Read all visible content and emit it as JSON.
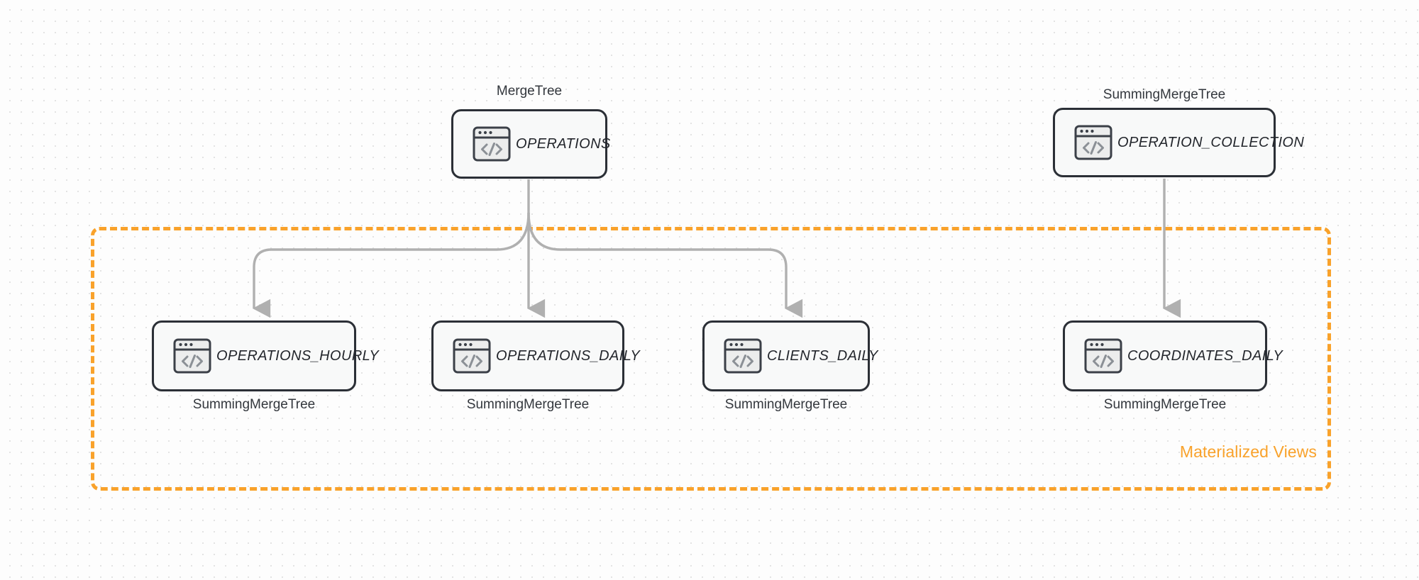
{
  "diagram": {
    "title_visible": false,
    "colors": {
      "node_border": "#2b2f36",
      "node_fill": "#f8f9f9",
      "edge": "#b0b0b0",
      "group_accent": "#f9a22b",
      "background": "#fdfdfd",
      "grid_dot": "#e3e3e3"
    },
    "group": {
      "label": "Materialized Views",
      "border_style": "dashed",
      "accent_color": "#f9a22b"
    },
    "nodes": [
      {
        "id": "operations",
        "label": "OPERATIONS",
        "engine": "MergeTree",
        "engine_position": "above",
        "icon": "code-window-icon"
      },
      {
        "id": "operation_collection",
        "label": "OPERATION_COLLECTION",
        "engine": "SummingMergeTree",
        "engine_position": "above",
        "icon": "code-window-icon"
      },
      {
        "id": "operations_hourly",
        "label": "OPERATIONS_HOURLY",
        "engine": "SummingMergeTree",
        "engine_position": "below",
        "icon": "code-window-icon"
      },
      {
        "id": "operations_daily",
        "label": "OPERATIONS_DAILY",
        "engine": "SummingMergeTree",
        "engine_position": "below",
        "icon": "code-window-icon"
      },
      {
        "id": "clients_daily",
        "label": "CLIENTS_DAILY",
        "engine": "SummingMergeTree",
        "engine_position": "below",
        "icon": "code-window-icon"
      },
      {
        "id": "coordinates_daily",
        "label": "COORDINATES_DAILY",
        "engine": "SummingMergeTree",
        "engine_position": "below",
        "icon": "code-window-icon"
      }
    ],
    "edges": [
      {
        "from": "operations",
        "to": "operations_hourly",
        "style": "orthogonal-arrow"
      },
      {
        "from": "operations",
        "to": "operations_daily",
        "style": "straight-arrow"
      },
      {
        "from": "operations",
        "to": "clients_daily",
        "style": "orthogonal-arrow"
      },
      {
        "from": "operation_collection",
        "to": "coordinates_daily",
        "style": "straight-arrow"
      }
    ]
  }
}
